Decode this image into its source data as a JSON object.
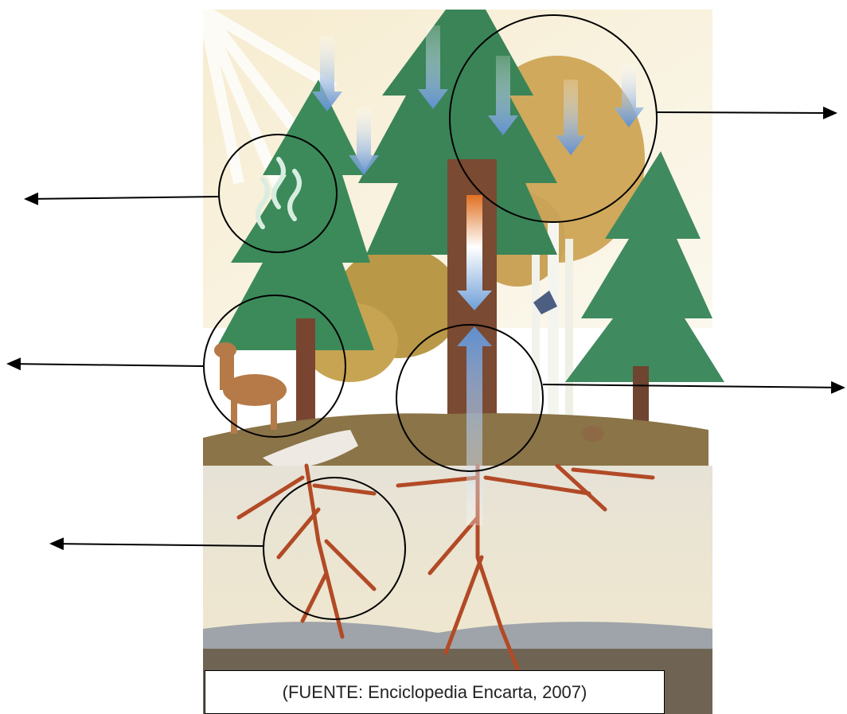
{
  "caption": "(FUENTE: Enciclopedia Encarta, 2007)",
  "callouts": [
    {
      "id": "transpiration",
      "arrow_direction": "left"
    },
    {
      "id": "fauna",
      "arrow_direction": "left"
    },
    {
      "id": "roots-absorption",
      "arrow_direction": "left"
    },
    {
      "id": "canopy-sunlight",
      "arrow_direction": "right"
    },
    {
      "id": "trunk-transport",
      "arrow_direction": "right"
    }
  ],
  "colors": {
    "sky": "#f7f1dc",
    "conifer": "#3e8a5c",
    "deciduous": "#c9a45a",
    "trunk": "#7a4a32",
    "soil_top": "#8a7448",
    "soil_mid": "#ebe4d2",
    "bedrock": "#6f6454",
    "arrow_blue": "#7aa3d6",
    "root": "#b24a26"
  }
}
